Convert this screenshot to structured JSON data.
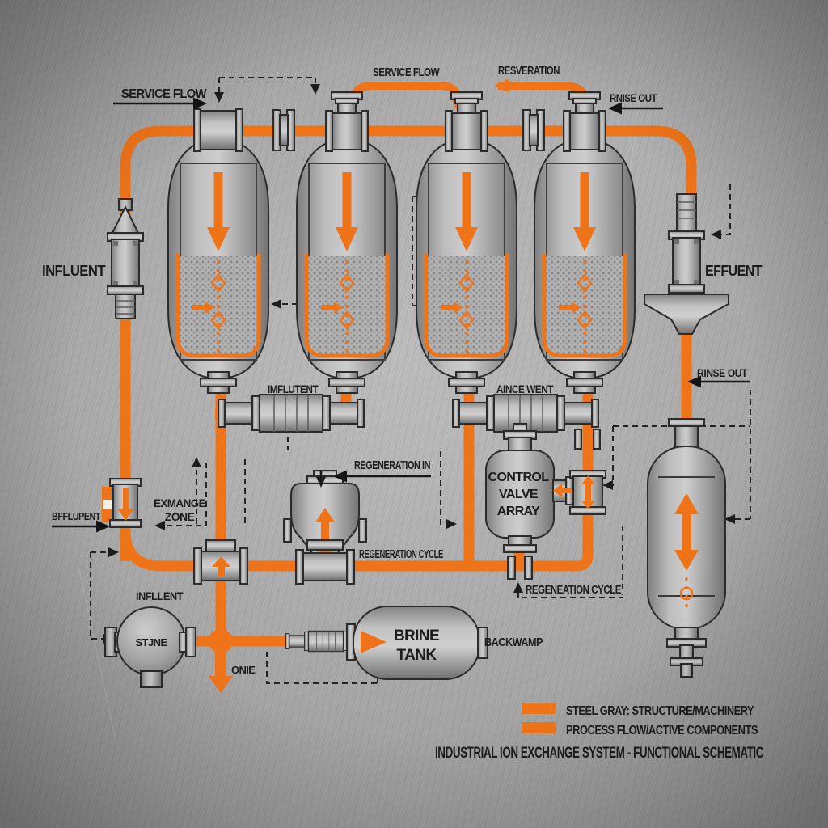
{
  "colors": {
    "accent_orange": "#ef7419",
    "ink": "#1c1c1c",
    "machinery_gray": "#a8a8a8"
  },
  "annotations": {
    "service_flow_left": "SERVICE FLOW",
    "service_flow_top": "SERVICE FLOW",
    "regeneration_top": "RESVERATION",
    "rinse_out_top": "RNISE OUT",
    "influent_left": "INFLUENT",
    "effluent_right": "EFFUENT",
    "imflutent": "IMFLUTENT",
    "aince_went": "AINCE WENT",
    "regeneration_in": "REGENERATION IN",
    "regeneration_cycle_left": "REGENERATION CYCLE",
    "regeneation_cycle_right": "REGENEATION CYCLE",
    "exmange_line1": "EXMANGE",
    "exmange_line2": "ZONE",
    "bffluent": "BFFLUPENT",
    "rinse_out_right": "RINSE OUT",
    "infllent": "INFLLENT",
    "onie": "ONIE",
    "backwamp": "BACKWAMP"
  },
  "vessels": {
    "control_valve_line1": "CONTROL",
    "control_valve_line2": "VALVE",
    "control_valve_line3": "ARRAY",
    "sphere_tank": "STJNE",
    "brine_line1": "BRINE",
    "brine_line2": "TANK"
  },
  "legend": {
    "steel": "STEEL GRAY: STRUCTURE/MACHINERY",
    "process": "PROCESS FLOW/ACTIVE COMPONENTS",
    "title": "INDUSTRIAL ION EXCHANGE SYSTEM - FUNCTIONAL SCHEMATIC"
  }
}
